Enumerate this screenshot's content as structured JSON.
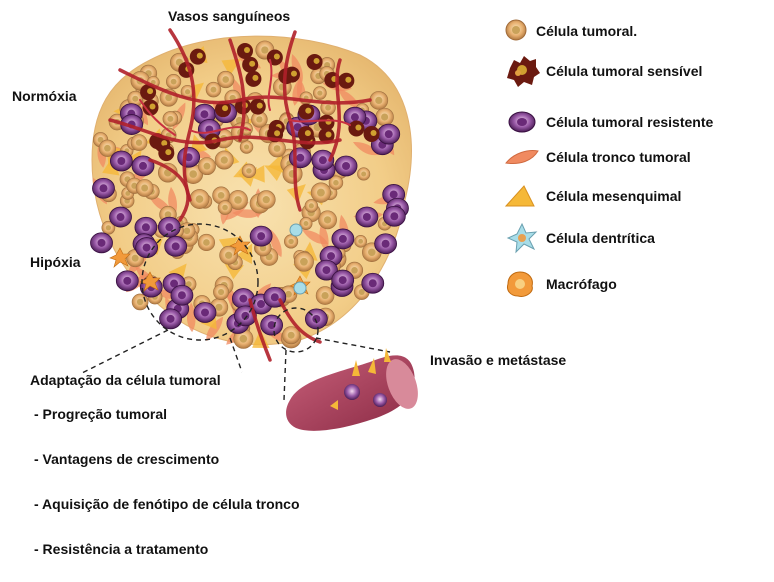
{
  "labels": {
    "blood_vessels": "Vasos sanguíneos",
    "normoxia": "Normóxia",
    "hypoxia": "Hipóxia",
    "adaptation": "Adaptação da célula tumoral",
    "invasion": "Invasão e metástase"
  },
  "legend": [
    {
      "icon": "tumor-cell-icon",
      "label": "Célula tumoral."
    },
    {
      "icon": "sensitive-tumor-cell-icon",
      "label": "Célula tumoral sensível"
    },
    {
      "icon": "resistant-tumor-cell-icon",
      "label": "Célula tumoral resistente"
    },
    {
      "icon": "tumor-stem-cell-icon",
      "label": "Célula tronco tumoral"
    },
    {
      "icon": "mesenchymal-cell-icon",
      "label": "Célula mesenquimal"
    },
    {
      "icon": "dendritic-cell-icon",
      "label": "Célula dentrítica"
    },
    {
      "icon": "macrophage-icon",
      "label": "Macrófago"
    }
  ],
  "bullets": [
    "- Progreção tumoral",
    "- Vantagens de crescimento",
    "- Aquisição de fenótipo de célula tronco",
    "- Resistência a tratamento"
  ],
  "colors": {
    "tumor_cell": "#e8b070",
    "sensitive_cell": "#6b1a10",
    "resistant_cell": "#8a4a9a",
    "stem_cell": "#f08a60",
    "mesenchymal": "#f5b838",
    "dendritic": "#a8dde8",
    "macrophage": "#f29a3a",
    "vessel": "#b0202a",
    "tumor_mass": "#f6d79a"
  }
}
